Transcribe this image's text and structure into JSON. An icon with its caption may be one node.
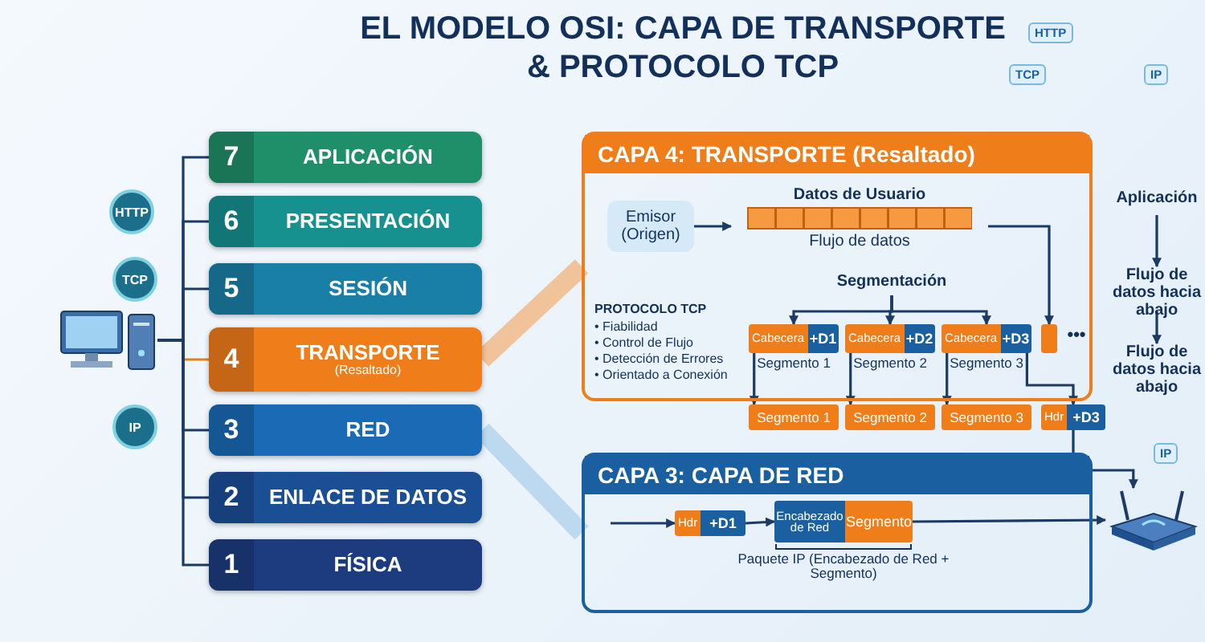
{
  "diagram": {
    "title": "EL MODELO OSI: CAPA DE TRANSPORTE & PROTOCOLO TCP",
    "nodes": [
      {
        "text": [
          "HTTP"
        ]
      },
      {
        "text": [
          "TCP"
        ]
      },
      {
        "text": [
          "IP"
        ]
      },
      {
        "text": [],
        "shape": "picture"
      },
      {
        "text": [
          "7",
          "APLICACIÓN"
        ]
      },
      {
        "text": [
          "6",
          "PRESENTACIÓN"
        ]
      },
      {
        "text": [
          "5",
          "SESIÓN"
        ]
      },
      {
        "text": [
          "4",
          "TRANSPORTE",
          "(Resaltado)"
        ]
      },
      {
        "text": [
          "3",
          "RED"
        ]
      },
      {
        "text": [
          "2",
          "ENLACE DE DATOS"
        ]
      },
      {
        "text": [
          "1",
          "FÍSICA"
        ]
      },
      {
        "text": [
          "CAPA 4: TRANSPORTE (Resaltado)"
        ]
      },
      {
        "text": [
          "Emisor (Origen)"
        ],
        "in": 11
      },
      {
        "text": [
          "Datos de Usuario",
          "Flujo de datos"
        ],
        "in": 11
      },
      {
        "text": [
          "Segmentación"
        ],
        "in": 11
      },
      {
        "text": [
          "Cabecera",
          "+D1"
        ],
        "beside": [
          "Segmento 1"
        ],
        "in": 11
      },
      {
        "text": [
          "Cabecera",
          "+D2"
        ],
        "beside": [
          "Segmento 2"
        ],
        "in": 11
      },
      {
        "text": [
          "Cabecera",
          "+D3"
        ],
        "beside": [
          "Segmento 3"
        ],
        "in": 11
      },
      {
        "text": [],
        "shape": "box",
        "beside": [
          "•••"
        ],
        "in": 11
      },
      {
        "text": [
          "Segmento 1"
        ]
      },
      {
        "text": [
          "Segmento 2"
        ]
      },
      {
        "text": [
          "Segmento 3"
        ]
      },
      {
        "text": [
          "Hdr",
          "+D3"
        ]
      },
      {
        "text": [
          "Aplicación"
        ]
      },
      {
        "text": [
          "Flujo de datos hacia abajo"
        ]
      },
      {
        "text": [
          "Flujo de datos hacia abajo"
        ]
      },
      {
        "text": [
          "CAPA 3: CAPA DE RED"
        ]
      },
      {
        "text": [
          "Hdr",
          "+D1"
        ],
        "in": 26
      },
      {
        "text": [
          "Encabezado de Red",
          "Segmento"
        ],
        "beside": [
          "Paquete IP (Encabezado de Red + Segmento)"
        ],
        "in": 26
      },
      {
        "text": [],
        "shape": "picture"
      }
    ],
    "edges": [
      {
        "from": 3,
        "to": 4,
        "arrow": "none"
      },
      {
        "from": 3,
        "to": 5,
        "arrow": "none"
      },
      {
        "from": 3,
        "to": 6,
        "arrow": "none"
      },
      {
        "from": 3,
        "to": 7,
        "arrow": "none",
        "color": "#e8801a"
      },
      {
        "from": 3,
        "to": 8,
        "arrow": "none"
      },
      {
        "from": 3,
        "to": 9,
        "arrow": "none"
      },
      {
        "from": 3,
        "to": 10,
        "arrow": "none"
      },
      {
        "from": 7,
        "to": 11,
        "arrow": "none",
        "style": "thick",
        "color": "#f5a25a"
      },
      {
        "from": 8,
        "to": 26,
        "arrow": "none",
        "style": "thick",
        "color": "#9cc8e8"
      },
      {
        "from": 12,
        "to": 13,
        "arrow": "to"
      },
      {
        "from": 13,
        "to": 18,
        "arrow": "to"
      },
      {
        "from": 14,
        "to": 15,
        "arrow": "to"
      },
      {
        "from": 14,
        "to": 16,
        "arrow": "to"
      },
      {
        "from": 14,
        "to": 17,
        "arrow": "to"
      },
      {
        "from": 15,
        "to": 19,
        "arrow": "to"
      },
      {
        "from": 16,
        "to": 20,
        "arrow": "to"
      },
      {
        "from": 17,
        "to": 21,
        "arrow": "to"
      },
      {
        "from": 17,
        "to": 22,
        "arrow": "to"
      },
      {
        "from": 23,
        "to": 24,
        "arrow": "to"
      },
      {
        "from": 24,
        "to": 25,
        "arrow": "to"
      },
      {
        "from": 22,
        "to": 29,
        "arrow": "to"
      },
      {
        "from": null,
        "to": 27,
        "arrow": "to"
      },
      {
        "from": 27,
        "to": 28,
        "arrow": "to"
      },
      {
        "from": 28,
        "to": 29,
        "arrow": "to"
      }
    ],
    "labels": [
      "PROTOCOLO TCP",
      "• Fiabilidad",
      "• Control de Flujo",
      "• Detección de Errores",
      "• Orientado a Conexión",
      "HTTP",
      "TCP",
      "IP",
      "IP"
    ]
  }
}
